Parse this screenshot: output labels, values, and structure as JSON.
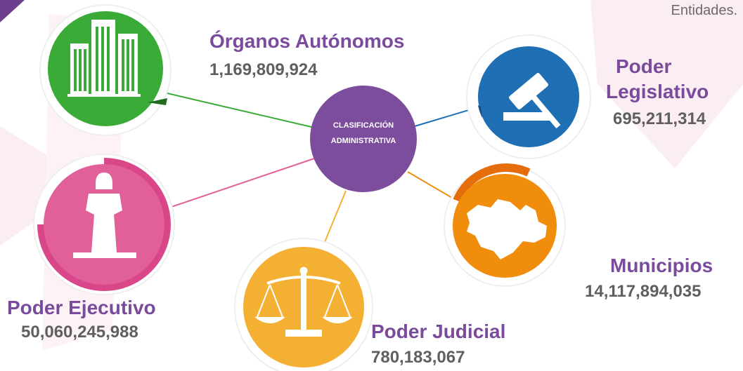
{
  "header": {
    "corner_text": "Entidades."
  },
  "hub": {
    "line1": "CLASIFICACIÓN",
    "line2": "ADMINISTRATIVA"
  },
  "entities": [
    {
      "name": "Órganos Autónomos",
      "value": "1,169,809,924",
      "color": "#3aab37",
      "icon": "buildings-icon"
    },
    {
      "name_line1": "Poder",
      "name_line2": "Legislativo",
      "value": "695,211,314",
      "color": "#1f6fb5",
      "icon": "gavel-icon"
    },
    {
      "name": "Poder Ejecutivo",
      "value": "50,060,245,988",
      "color": "#e2609a",
      "icon": "person-bust-icon"
    },
    {
      "name": "Poder Judicial",
      "value": "780,183,067",
      "color": "#f4b033",
      "icon": "scales-icon"
    },
    {
      "name": "Municipios",
      "value": "14,117,894,035",
      "color": "#f08d0d",
      "icon": "state-map-icon"
    }
  ],
  "colors": {
    "hub": "#7c4d9d",
    "title": "#7a4a9c",
    "value": "#5f5f5f",
    "background_shape": "#fbeef3"
  }
}
